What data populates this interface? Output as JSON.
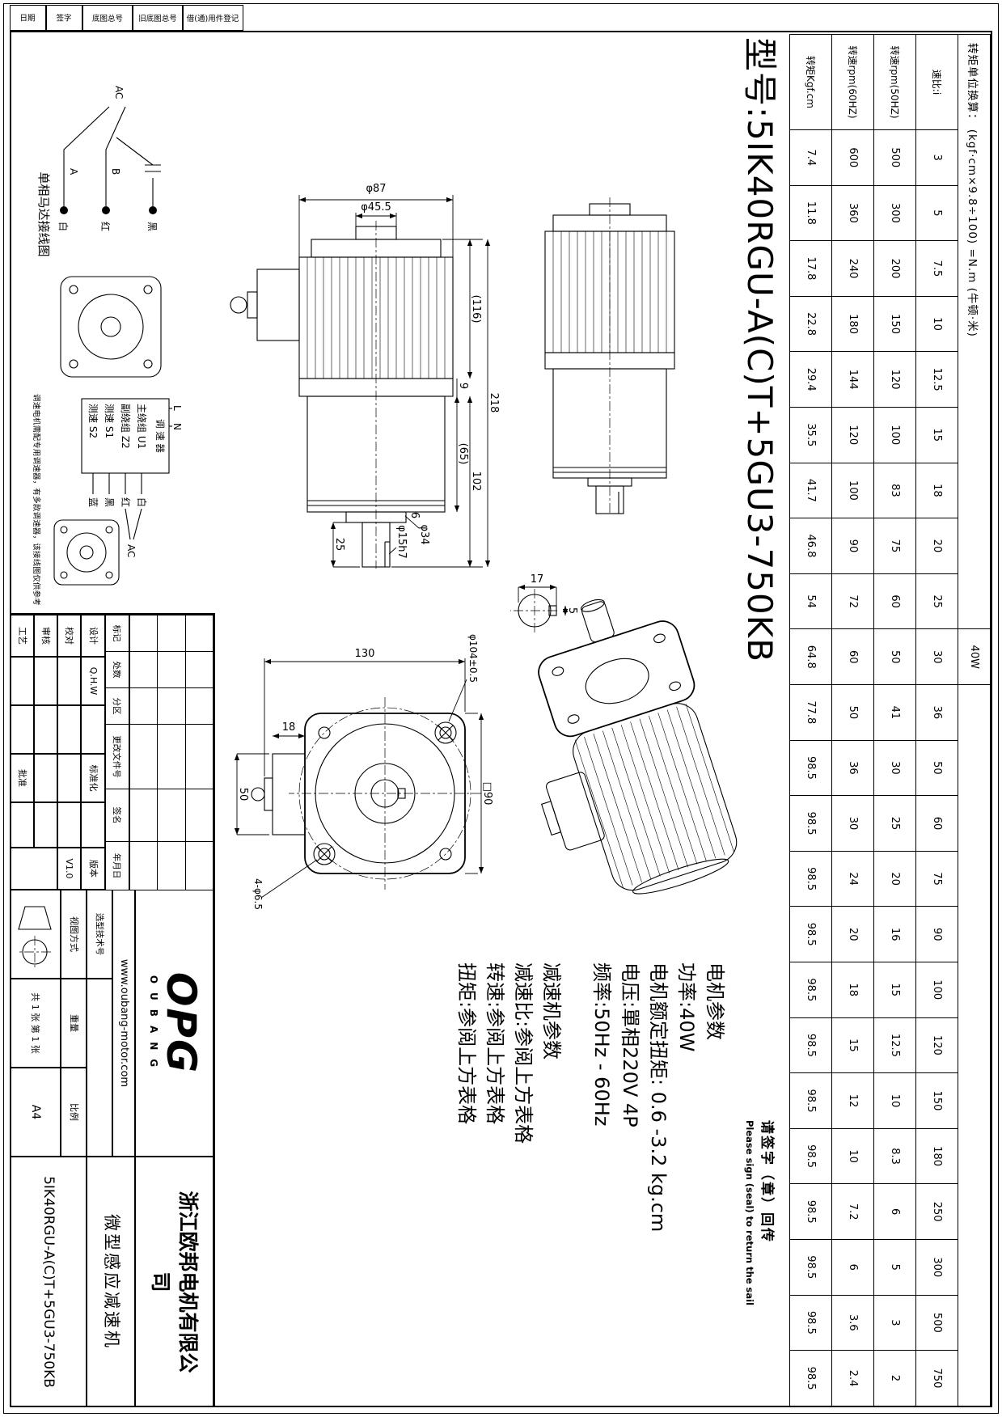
{
  "sheet": {
    "model_title": "型号:5IK40RGU-A(C)T+5GU3-750KB"
  },
  "ratio_table": {
    "unit_note": "转矩单位换算： (kgf·cm×9.8÷100) =N.m (牛顿·米)",
    "power_label": "40W",
    "row_labels": [
      "速比:i",
      "转速rpm(50HZ)",
      "转速rpm(60HZ)",
      "转矩Kgf.cm"
    ],
    "ratios": [
      "3",
      "5",
      "7.5",
      "10",
      "12.5",
      "15",
      "18",
      "20",
      "25",
      "30",
      "36",
      "50",
      "60",
      "75",
      "90",
      "100",
      "120",
      "150",
      "180",
      "250",
      "300",
      "500",
      "750"
    ],
    "rpm_50hz": [
      "500",
      "300",
      "200",
      "150",
      "120",
      "100",
      "83",
      "75",
      "60",
      "50",
      "41",
      "30",
      "25",
      "20",
      "16",
      "15",
      "12.5",
      "10",
      "8.3",
      "6",
      "5",
      "3",
      "2"
    ],
    "rpm_60hz": [
      "600",
      "360",
      "240",
      "180",
      "144",
      "120",
      "100",
      "90",
      "72",
      "60",
      "50",
      "36",
      "30",
      "24",
      "20",
      "18",
      "15",
      "12",
      "10",
      "7.2",
      "6",
      "3.6",
      "2.4"
    ],
    "torque_40w": [
      "7.4",
      "11.8",
      "17.8",
      "22.8",
      "29.4",
      "35.5",
      "41.7",
      "46.8",
      "54",
      "64.8",
      "77.8",
      "98.5",
      "98.5",
      "98.5",
      "98.5",
      "98.5",
      "98.5",
      "98.5",
      "98.5",
      "98.5",
      "98.5",
      "98.5",
      "98.5"
    ]
  },
  "sign_note": {
    "cn": "请签字（章）回传",
    "en": "Please sign (seal) to return the sail"
  },
  "motor_params": {
    "heading": "电机参数",
    "power": "功率:40W",
    "rated_torque": "电机额定扭矩: 0.6 -3.2 kg.cm",
    "voltage": "电压:單相220V 4P",
    "frequency": "频率:50Hz - 60Hz"
  },
  "gear_params": {
    "heading": "减速机参数",
    "ratio": "减速比:参阅上方表格",
    "speed": "转速:参阅上方表格",
    "torque": "扭矩:参阅上方表格"
  },
  "dims_front": {
    "d87": "φ87",
    "d45": "φ45.5",
    "l116": "(116)",
    "l218": "218",
    "l102": "102",
    "l65": "(65)",
    "l9": "9",
    "l6": "6",
    "l25": "25",
    "d34": "φ34",
    "d15": "φ15h7"
  },
  "dims_face": {
    "w130": "130",
    "w18": "18",
    "w50": "50",
    "d104": "φ104±0.5",
    "sq90": "□90",
    "holes": "4-φ6.5"
  },
  "dims_key": {
    "w17": "17",
    "h5": "5"
  },
  "wiring": {
    "caption": "单相马达接线图",
    "ac": "AC",
    "a": "A",
    "b": "B",
    "white": "白",
    "red": "红",
    "black": "黑"
  },
  "controller": {
    "title": "调 速 器",
    "pin_l": "L",
    "pin_n": "N",
    "pins": [
      "主绕组 U1",
      "副绕组 Z2",
      "测速 S1",
      "测速 S2"
    ],
    "wire_colors": [
      "白",
      "红",
      "黑",
      "蓝"
    ],
    "ac": "AC",
    "note": "调速电机需配专用调速器，有多款调速器，该接线图仅供参考"
  },
  "title_block": {
    "change_header": [
      "标记",
      "处数",
      "分区",
      "更改文件号",
      "签名",
      "年月日"
    ],
    "roles": [
      "设计",
      "校对",
      "审核",
      "工艺"
    ],
    "designer": "Q.H.W",
    "standardization": "标准化",
    "approve": "批准",
    "version_label": "版本",
    "version": "V1.0",
    "selection_no": "选型技术号",
    "view_method": "视图方式",
    "weight": "重量",
    "scale": "比例",
    "sheet_info": "共 1 张 第 1 张",
    "paper": "A4",
    "company": "浙江欧邦电机有限公司",
    "product": "微型感应减速机",
    "drawing_no": "5IK40RGU-A(C)T+5GU3-750KB",
    "website": "www.oubang-motor.com",
    "logo": "OPG",
    "logo_sub": "OUBANG"
  },
  "border_blocks": [
    "借(通)用件登记",
    "旧底图总号",
    "底图总号",
    "签字",
    "日期"
  ]
}
